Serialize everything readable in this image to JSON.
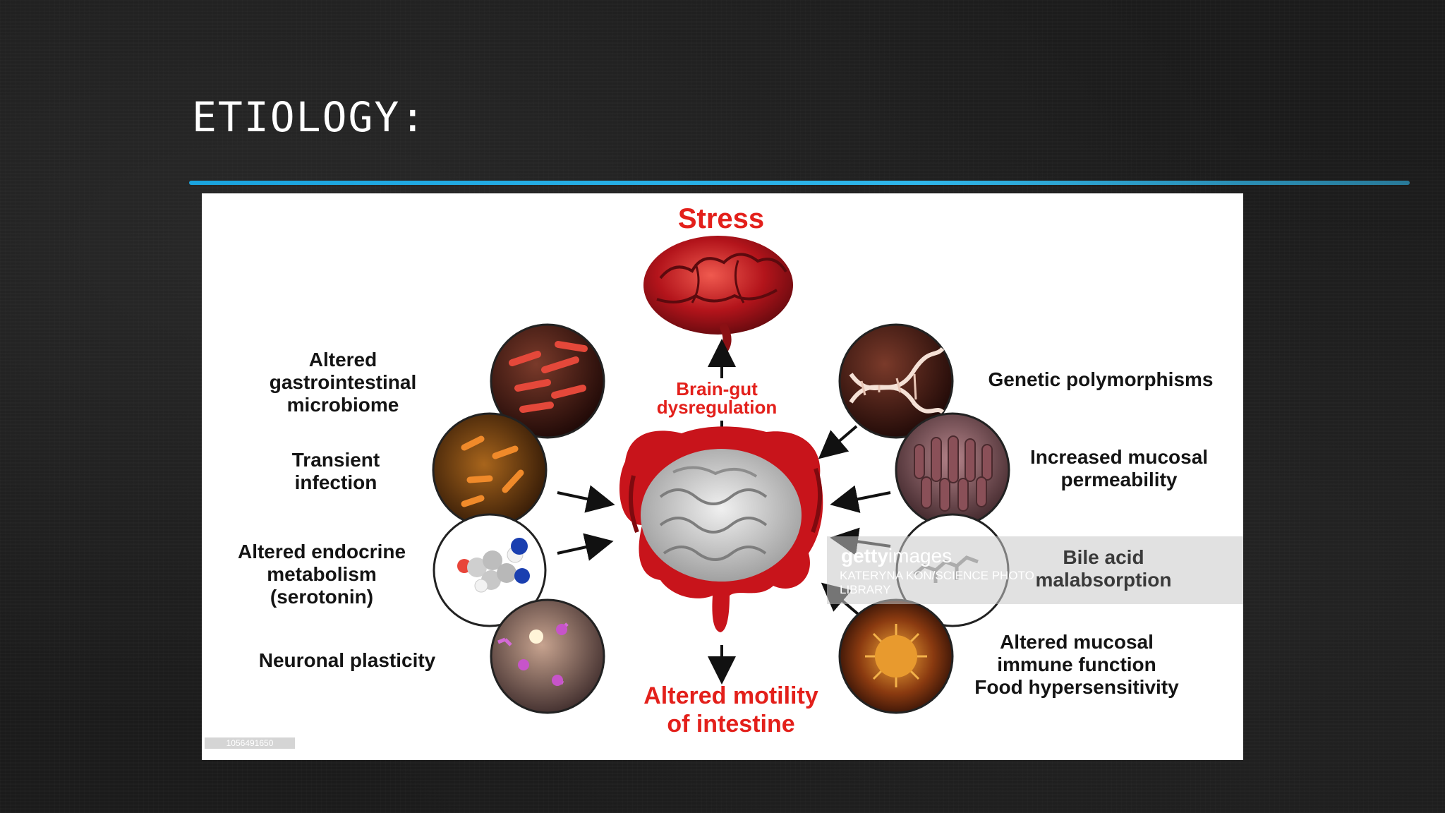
{
  "slide": {
    "title": "ETIOLOGY:"
  },
  "diagram": {
    "stress_label": "Stress",
    "brain_gut_label": [
      "Brain-gut",
      "dysregulation"
    ],
    "outcome_label": [
      "Altered motility",
      "of intestine"
    ],
    "left_factors": [
      {
        "lines": [
          "Altered",
          "gastrointestinal",
          "microbiome"
        ],
        "icon": "bacteria-icon"
      },
      {
        "lines": [
          "Transient",
          "infection"
        ],
        "icon": "infection-bacteria-icon"
      },
      {
        "lines": [
          "Altered endocrine",
          "metabolism",
          "(serotonin)"
        ],
        "icon": "serotonin-molecule-icon"
      },
      {
        "lines": [
          "Neuronal plasticity"
        ],
        "icon": "neuron-icon"
      }
    ],
    "right_factors": [
      {
        "lines": [
          "Genetic polymorphisms"
        ],
        "icon": "dna-icon"
      },
      {
        "lines": [
          "Increased mucosal",
          "permeability"
        ],
        "icon": "intestinal-villi-icon"
      },
      {
        "lines": [
          "Bile acid",
          "malabsorption"
        ],
        "icon": "bile-acid-molecule-icon"
      },
      {
        "lines": [
          "Altered mucosal",
          "immune function",
          "Food hypersensitivity"
        ],
        "icon": "immune-cell-icon"
      }
    ],
    "watermark": {
      "brand_bold": "getty",
      "brand_light": "images",
      "credit": [
        "KATERYNA KON/SCIENCE PHOTO",
        "LIBRARY"
      ]
    },
    "image_id": "1056491650",
    "colors": {
      "accent_red": "#e3201b",
      "rule_blue": "#1aa3de"
    }
  }
}
